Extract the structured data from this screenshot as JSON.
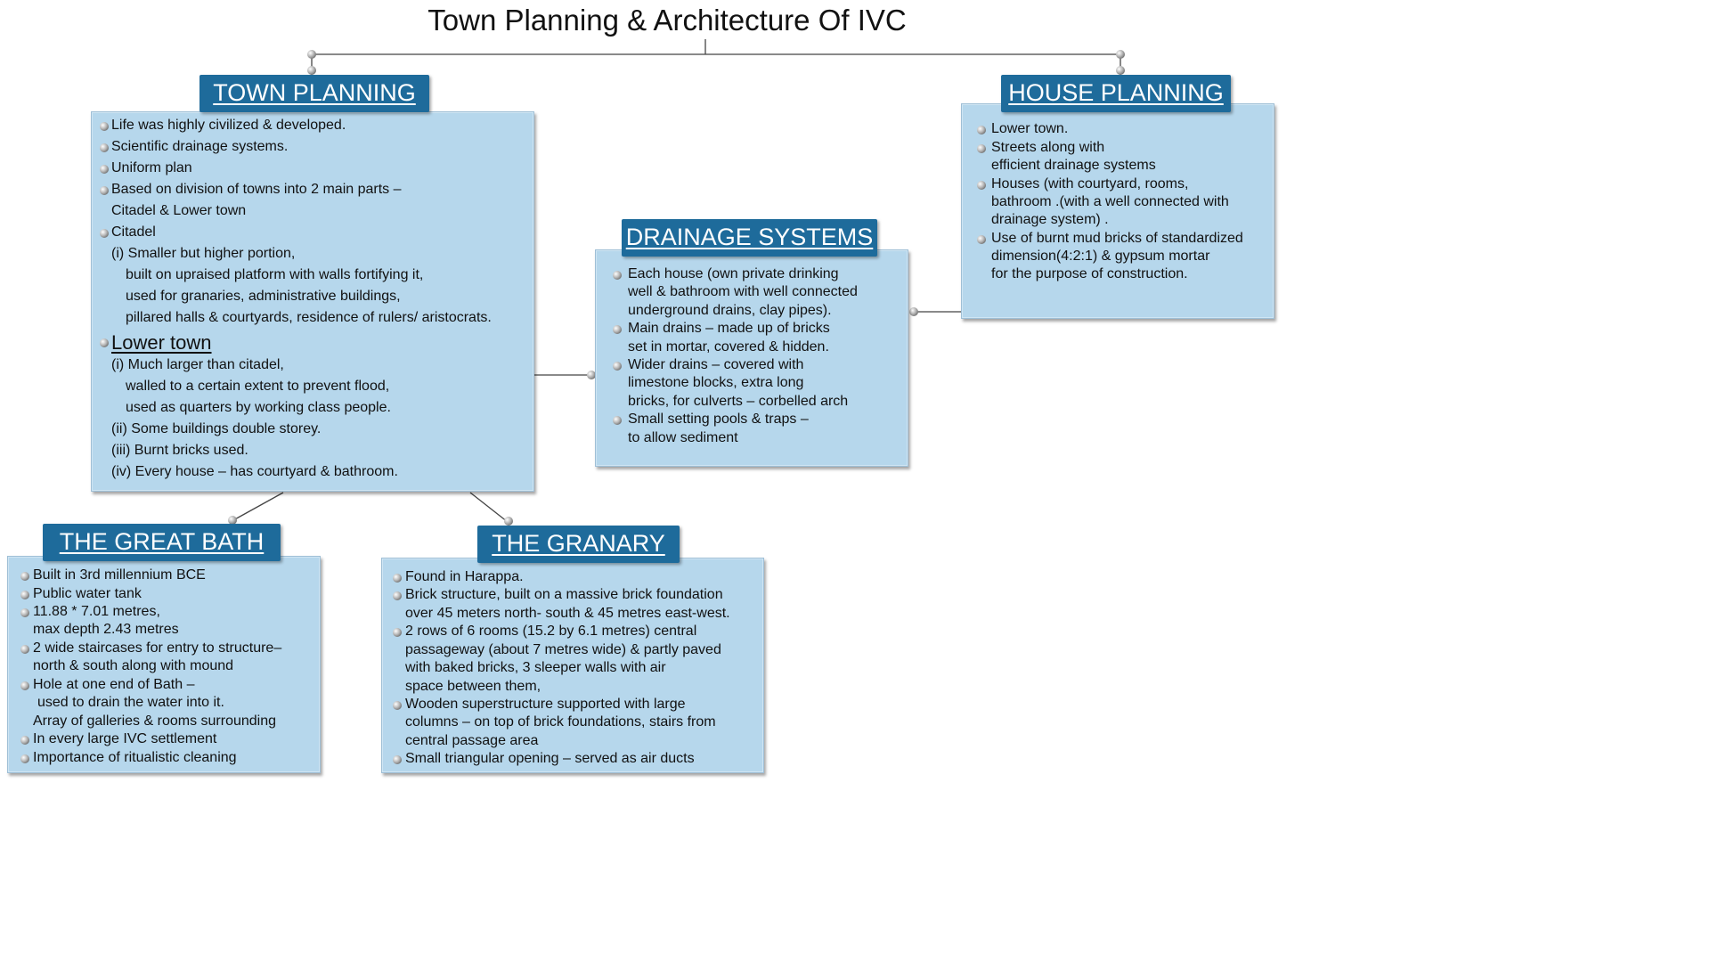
{
  "title": "Town Planning & Architecture Of IVC",
  "town_planning": {
    "heading": "TOWN PLANNING",
    "lines": [
      "Life was highly civilized & developed.",
      "Scientific drainage systems.",
      "Uniform plan",
      "Based on division of towns into 2 main parts –",
      "Citadel & Lower town",
      "Citadel",
      "(i) Smaller but higher portion,",
      "built on upraised platform with walls fortifying it,",
      "used for granaries, administrative buildings,",
      "pillared halls & courtyards, residence of rulers/ aristocrats.",
      "Lower town",
      "(i) Much larger than citadel,",
      "walled to a certain extent to prevent flood,",
      "used as quarters by working class people.",
      "(ii) Some buildings double storey.",
      "(iii) Burnt bricks used.",
      "(iv) Every house – has courtyard & bathroom."
    ]
  },
  "house_planning": {
    "heading": "HOUSE PLANNING",
    "lines": [
      "Lower town.",
      "Streets along with",
      "efficient drainage systems",
      "Houses (with courtyard, rooms,",
      "bathroom .(with a well connected with",
      "drainage system) .",
      "Use of burnt mud bricks of standardized",
      "dimension(4:2:1) & gypsum mortar",
      "for the purpose of construction."
    ]
  },
  "drainage_systems": {
    "heading": "DRAINAGE SYSTEMS",
    "lines": [
      "Each house (own private drinking",
      "well & bathroom with well connected",
      "underground drains, clay pipes).",
      "Main drains – made up of bricks",
      "set in mortar, covered & hidden.",
      "Wider drains – covered with",
      "limestone blocks, extra long",
      "bricks, for culverts – corbelled arch",
      "Small setting pools & traps –",
      "to allow sediment"
    ]
  },
  "great_bath": {
    "heading": "THE GREAT BATH",
    "lines": [
      "Built in 3rd millennium BCE",
      "Public water tank",
      "11.88 * 7.01 metres,",
      "max depth 2.43 metres",
      "2 wide staircases for entry to structure–",
      "north & south along with mound",
      "Hole at one end of Bath –",
      "used to drain the water into it.",
      "Array of galleries & rooms surrounding",
      "In every large IVC settlement",
      "Importance of ritualistic cleaning"
    ]
  },
  "granary": {
    "heading": "THE GRANARY",
    "lines": [
      "Found in Harappa.",
      "Brick structure, built on a massive brick foundation",
      "over 45 meters north- south & 45 metres east-west.",
      "2 rows of 6 rooms (15.2 by 6.1 metres) central",
      "passageway (about 7 metres wide) & partly paved",
      "with baked bricks, 3 sleeper walls with air",
      "space between them,",
      "Wooden superstructure supported with large",
      "columns – on top of brick foundations, stairs from",
      "central passage area",
      "Small triangular opening – served as air ducts"
    ]
  },
  "colors": {
    "box_fill": "#b6d7ec",
    "header_fill": "#1e6b9b",
    "header_text": "#ffffff",
    "connector": "#444444"
  }
}
